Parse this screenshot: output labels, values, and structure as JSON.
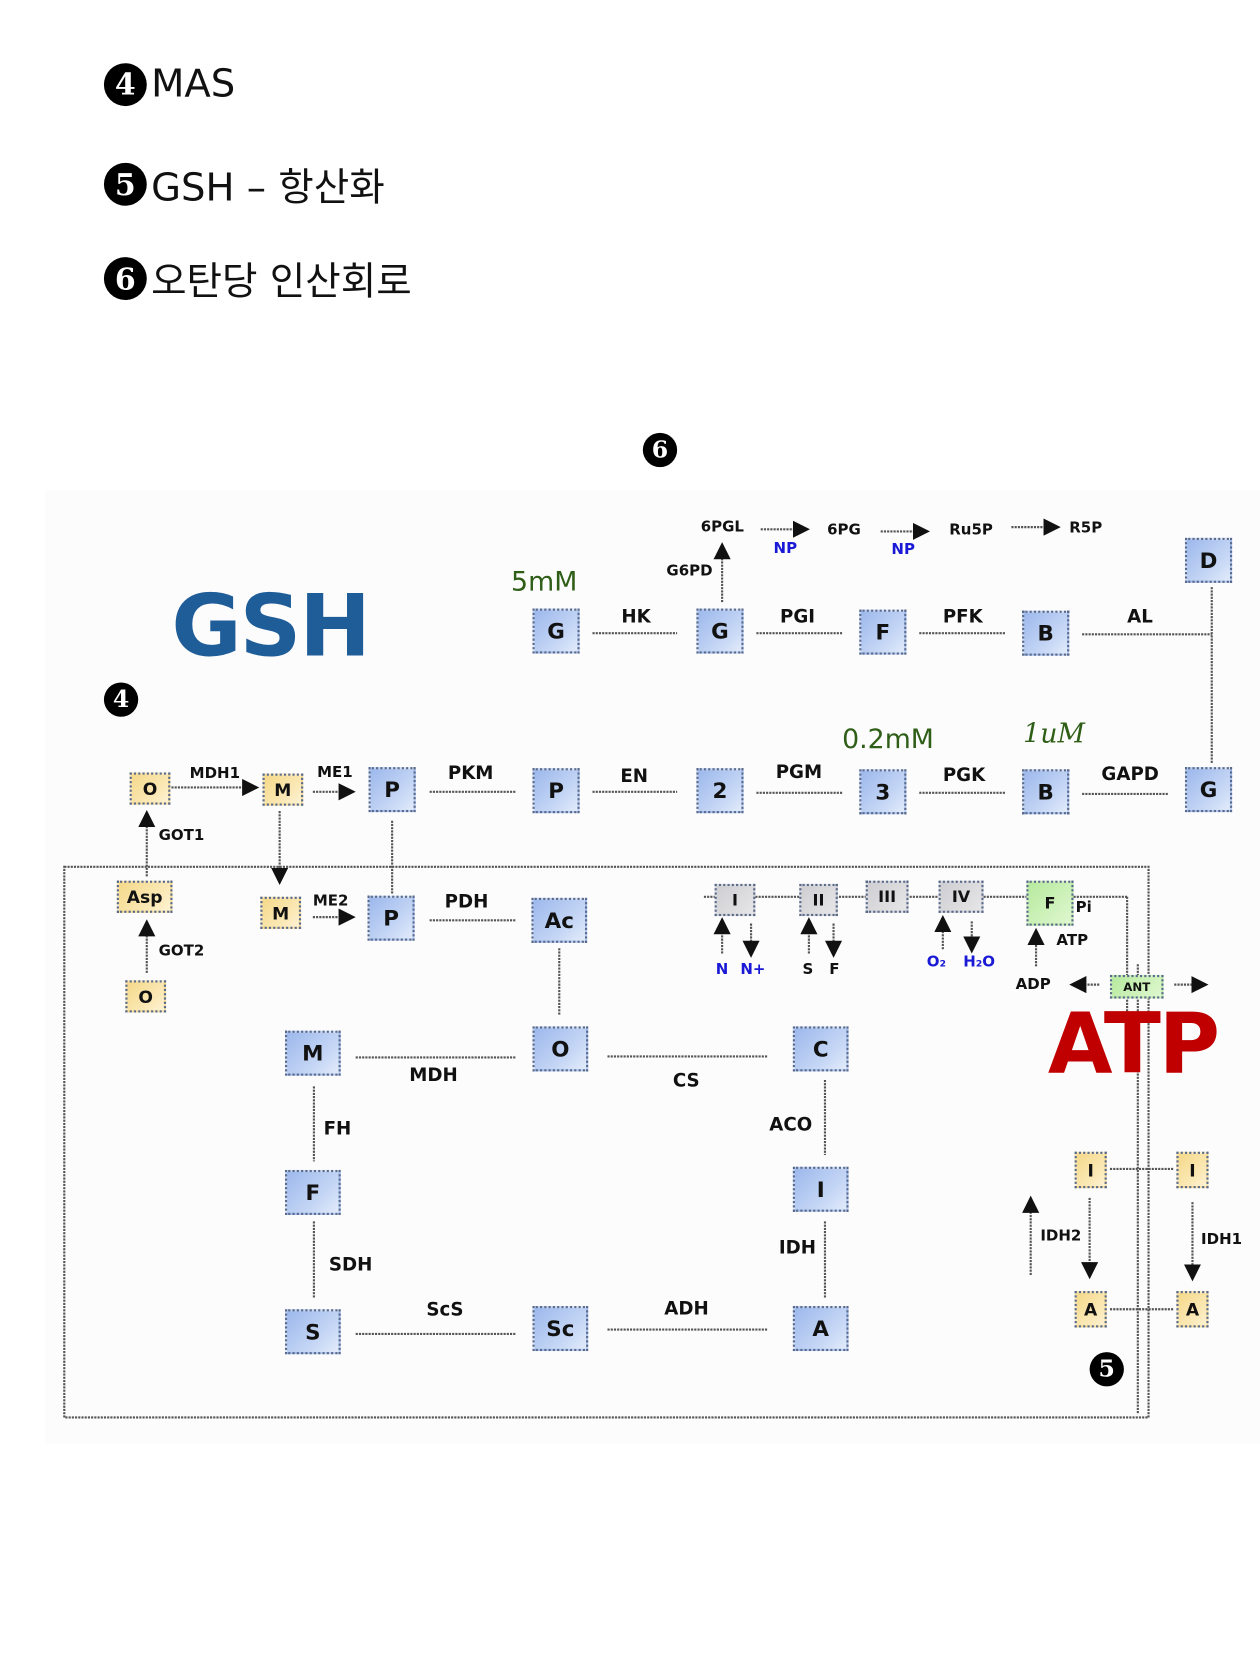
{
  "legend": {
    "items": [
      {
        "num": "4",
        "text": "MAS"
      },
      {
        "num": "5",
        "text": "GSH – 항산화"
      },
      {
        "num": "6",
        "text": "오탄당 인산회로"
      }
    ]
  },
  "markers": {
    "six": "6",
    "four": "4",
    "five": "5"
  },
  "highlights": {
    "gsh": "GSH",
    "atp": "ATP"
  },
  "concentrations": {
    "glucose": "5mM",
    "three_pg": "0.2mM",
    "bpg": "1uM"
  },
  "pentose_phosphate": {
    "g6pd": "G6PD",
    "six_pgl": "6PGL",
    "six_pg": "6PG",
    "ru5p": "Ru5P",
    "r5p": "R5P",
    "np1": "NP",
    "np2": "NP"
  },
  "glycolysis": {
    "row1": {
      "nodes": [
        "G",
        "G",
        "F",
        "B",
        "D"
      ],
      "enzymes": [
        "HK",
        "PGI",
        "PFK",
        "AL"
      ]
    },
    "row2": {
      "nodes": [
        "P",
        "P",
        "2",
        "3",
        "B",
        "G"
      ],
      "enzymes": [
        "PKM",
        "EN",
        "PGM",
        "PGK",
        "GAPD"
      ]
    }
  },
  "mas": {
    "o_top": "O",
    "m_top": "M",
    "mdh1": "MDH1",
    "me1": "ME1",
    "got1": "GOT1",
    "asp": "Asp",
    "got2": "GOT2",
    "o_bottom": "O",
    "m_mito": "M",
    "me2": "ME2"
  },
  "mito": {
    "p": "P",
    "pdh": "PDH",
    "ac": "Ac"
  },
  "tca": {
    "nodes": {
      "M": "M",
      "O": "O",
      "C": "C",
      "F": "F",
      "I": "I",
      "S": "S",
      "Sc": "Sc",
      "A": "A"
    },
    "enzymes": {
      "MDH": "MDH",
      "CS": "CS",
      "FH": "FH",
      "ACO": "ACO",
      "SDH": "SDH",
      "IDH": "IDH",
      "ScS": "ScS",
      "ADH": "ADH"
    }
  },
  "etc": {
    "complexes": [
      "I",
      "II",
      "III",
      "IV"
    ],
    "atp_synthase": "F",
    "pi": "Pi",
    "atp": "ATP",
    "adp": "ADP",
    "ant": "ANT",
    "n": "N",
    "n_plus": "N+",
    "s": "S",
    "f": "F",
    "o2": "O₂",
    "h2o": "H₂O"
  },
  "idh_shuttle": {
    "i_left": "I",
    "i_right": "I",
    "a_left": "A",
    "a_right": "A",
    "idh2": "IDH2",
    "idh1": "IDH1"
  }
}
